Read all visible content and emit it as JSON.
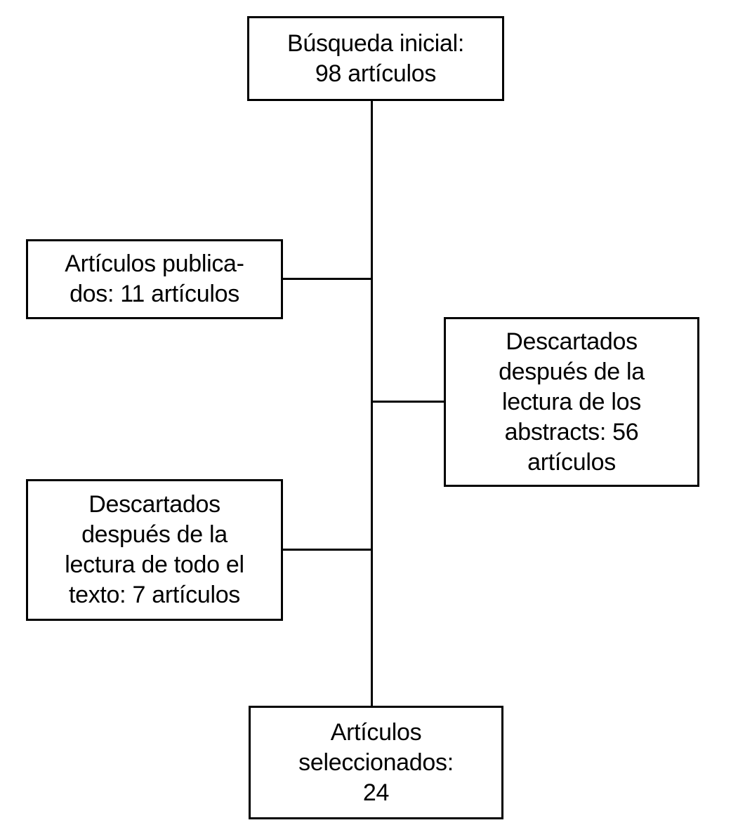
{
  "diagram": {
    "type": "flowchart",
    "colors": {
      "background": "#ffffff",
      "line": "#000000",
      "text": "#000000"
    },
    "nodes": {
      "initial": {
        "label": "Búsqueda inicial:\n98 artículos"
      },
      "published": {
        "label": "Artículos publica-\ndos: 11 artículos"
      },
      "discarded_abstracts": {
        "label": "Descartados\ndespués de la\nlectura de los\nabstracts: 56\nartículos"
      },
      "discarded_fulltext": {
        "label": "Descartados\ndespués de la\nlectura de todo el\ntexto: 7 artículos"
      },
      "selected": {
        "label": "Artículos\nseleccionados:\n24"
      }
    },
    "edges": [
      {
        "from": "initial",
        "to": "selected",
        "shape": "vertical-trunk"
      },
      {
        "from": "trunk",
        "to": "published",
        "side": "left"
      },
      {
        "from": "trunk",
        "to": "discarded_abstracts",
        "side": "right"
      },
      {
        "from": "trunk",
        "to": "discarded_fulltext",
        "side": "left"
      }
    ]
  }
}
